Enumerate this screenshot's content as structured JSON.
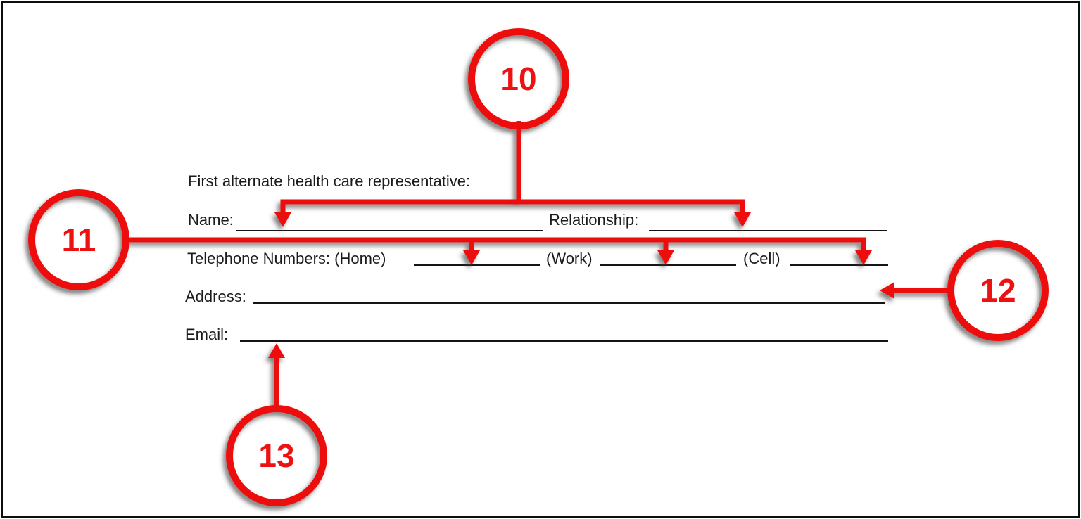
{
  "document": {
    "type": "health-care-directive-form-excerpt",
    "heading": "First alternate health care representative:"
  },
  "form": {
    "name_label": "Name:",
    "relationship_label": "Relationship:",
    "phone_home_label": "Telephone Numbers: (Home)",
    "work_label": "(Work)",
    "cell_label": "(Cell)",
    "address_label": "Address:",
    "email_label": "Email:"
  },
  "callouts": {
    "c10": "10",
    "c11": "11",
    "c12": "12",
    "c13": "13"
  },
  "colors": {
    "annotation_red": "#ee1111",
    "ink": "#1b1b1b",
    "page_border": "#0d0d0d"
  }
}
